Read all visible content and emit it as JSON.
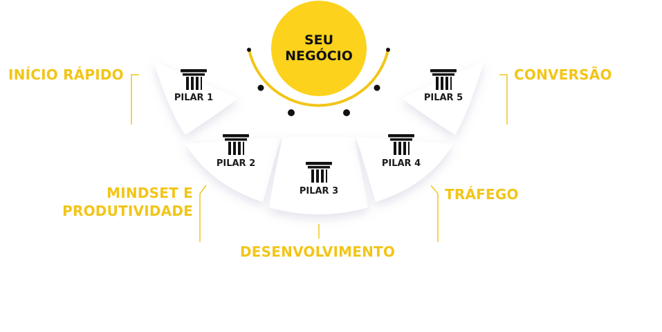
{
  "center": {
    "line1": "SEU",
    "line2": "NEGÓCIO"
  },
  "pillars": [
    {
      "label": "PILAR 1",
      "area": "INÍCIO RÁPIDO"
    },
    {
      "label": "PILAR 2",
      "area_line1": "MINDSET E",
      "area_line2": "PRODUTIVIDADE"
    },
    {
      "label": "PILAR 3",
      "area": "DESENVOLVIMENTO"
    },
    {
      "label": "PILAR 4",
      "area": "TRÁFEGO"
    },
    {
      "label": "PILAR 5",
      "area": "CONVERSÃO"
    }
  ],
  "colors": {
    "accent": "#f2c518",
    "center": "#fcd21c",
    "text": "#1a1a1a",
    "dot": "#111111"
  },
  "icon": "column-pillar-icon"
}
